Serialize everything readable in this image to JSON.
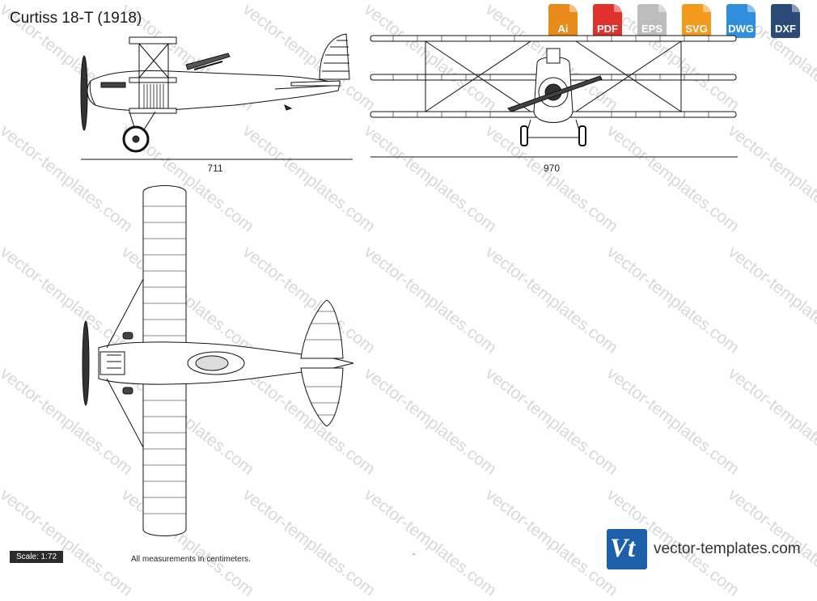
{
  "title": "Curtiss 18-T (1918)",
  "formats": [
    {
      "label": "Ai",
      "color": "#e88b1a"
    },
    {
      "label": "PDF",
      "color": "#e0322c"
    },
    {
      "label": "EPS",
      "color": "#bdbdbd"
    },
    {
      "label": "SVG",
      "color": "#f39a1d"
    },
    {
      "label": "DWG",
      "color": "#2f8fdc"
    },
    {
      "label": "DXF",
      "color": "#2b4a78"
    }
  ],
  "dimensions": {
    "side_length": "711",
    "front_span": "970"
  },
  "scale": "Scale: 1:72",
  "note": "All measurements in centimeters.",
  "dash": "-",
  "watermark": "vector-templates.com",
  "brand": {
    "logo_text": "Vt",
    "site": "vector-templates.com",
    "accent": "#1d5fa8"
  }
}
